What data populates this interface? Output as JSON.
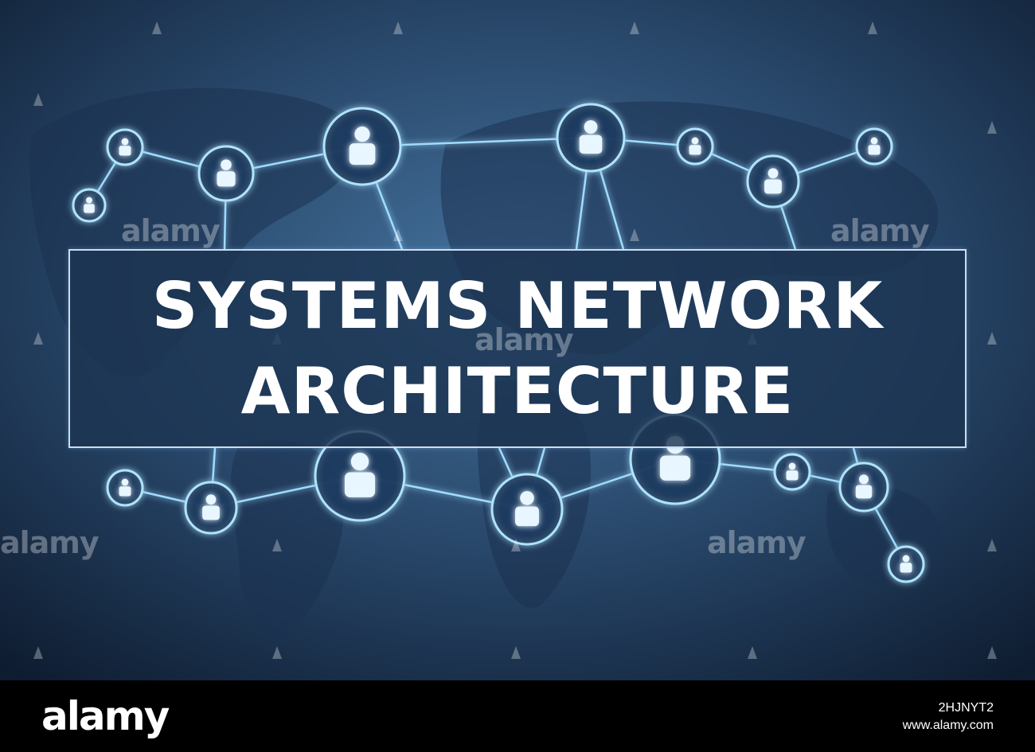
{
  "title": {
    "line1": "SYSTEMS NETWORK",
    "line2": "ARCHITECTURE"
  },
  "watermark_text": "alamy",
  "footer": {
    "logo": "alamy",
    "image_id": "2HJNYT2",
    "url": "www.alamy.com"
  },
  "icons": {
    "node": "person-icon",
    "watermark_small": "alamy-a-icon"
  },
  "colors": {
    "background_center": "#3f6f9c",
    "background_edge": "#0f1e33",
    "node_glow": "#7fd0ff",
    "node_fill": "#e8f6ff",
    "footer_bg": "#000000"
  }
}
